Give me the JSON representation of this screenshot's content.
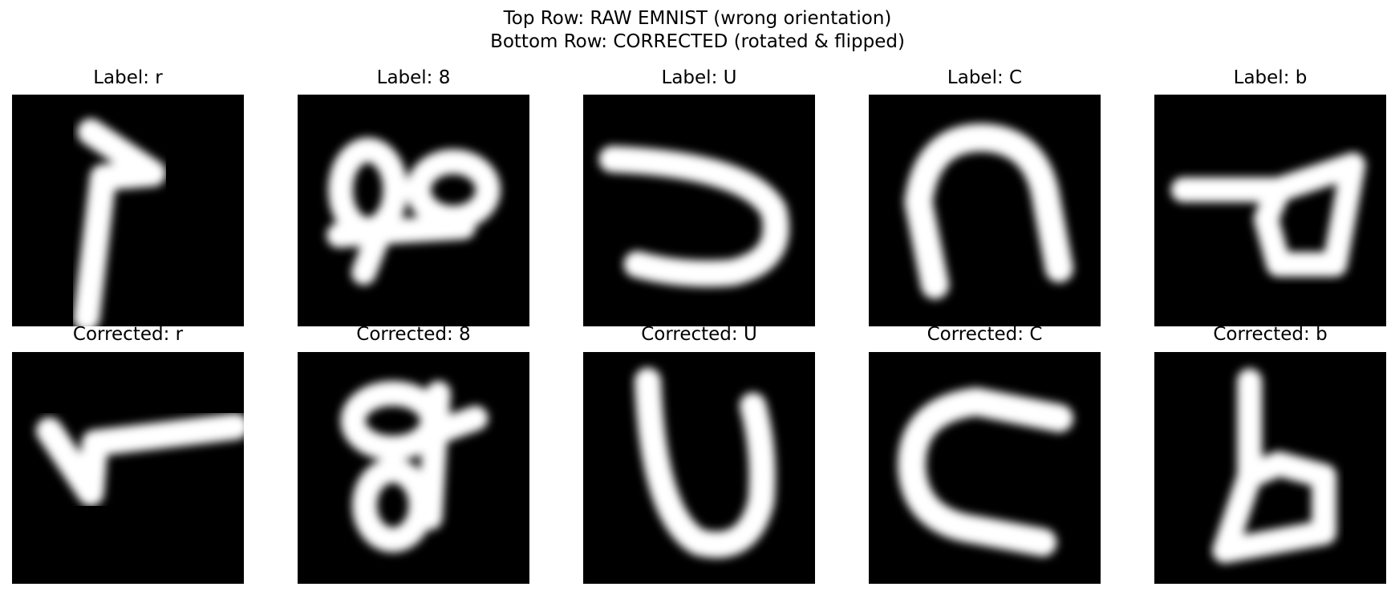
{
  "figure": {
    "title_line1": "Top Row: RAW EMNIST (wrong orientation)",
    "title_line2": "Bottom Row: CORRECTED (rotated & flipped)"
  },
  "top_row": [
    {
      "title": "Label: r",
      "label": "r",
      "glyph": "raw-r"
    },
    {
      "title": "Label: 8",
      "label": "8",
      "glyph": "raw-8"
    },
    {
      "title": "Label: U",
      "label": "U",
      "glyph": "raw-U"
    },
    {
      "title": "Label: C",
      "label": "C",
      "glyph": "raw-C"
    },
    {
      "title": "Label: b",
      "label": "b",
      "glyph": "raw-b"
    }
  ],
  "bottom_row": [
    {
      "title": "Corrected: r",
      "label": "r",
      "glyph": "corrected-r"
    },
    {
      "title": "Corrected: 8",
      "label": "8",
      "glyph": "corrected-8"
    },
    {
      "title": "Corrected: U",
      "label": "U",
      "glyph": "corrected-U"
    },
    {
      "title": "Corrected: C",
      "label": "C",
      "glyph": "corrected-C"
    },
    {
      "title": "Corrected: b",
      "label": "b",
      "glyph": "corrected-b"
    }
  ],
  "colors": {
    "background": "#000000",
    "stroke": "#ffffff"
  }
}
